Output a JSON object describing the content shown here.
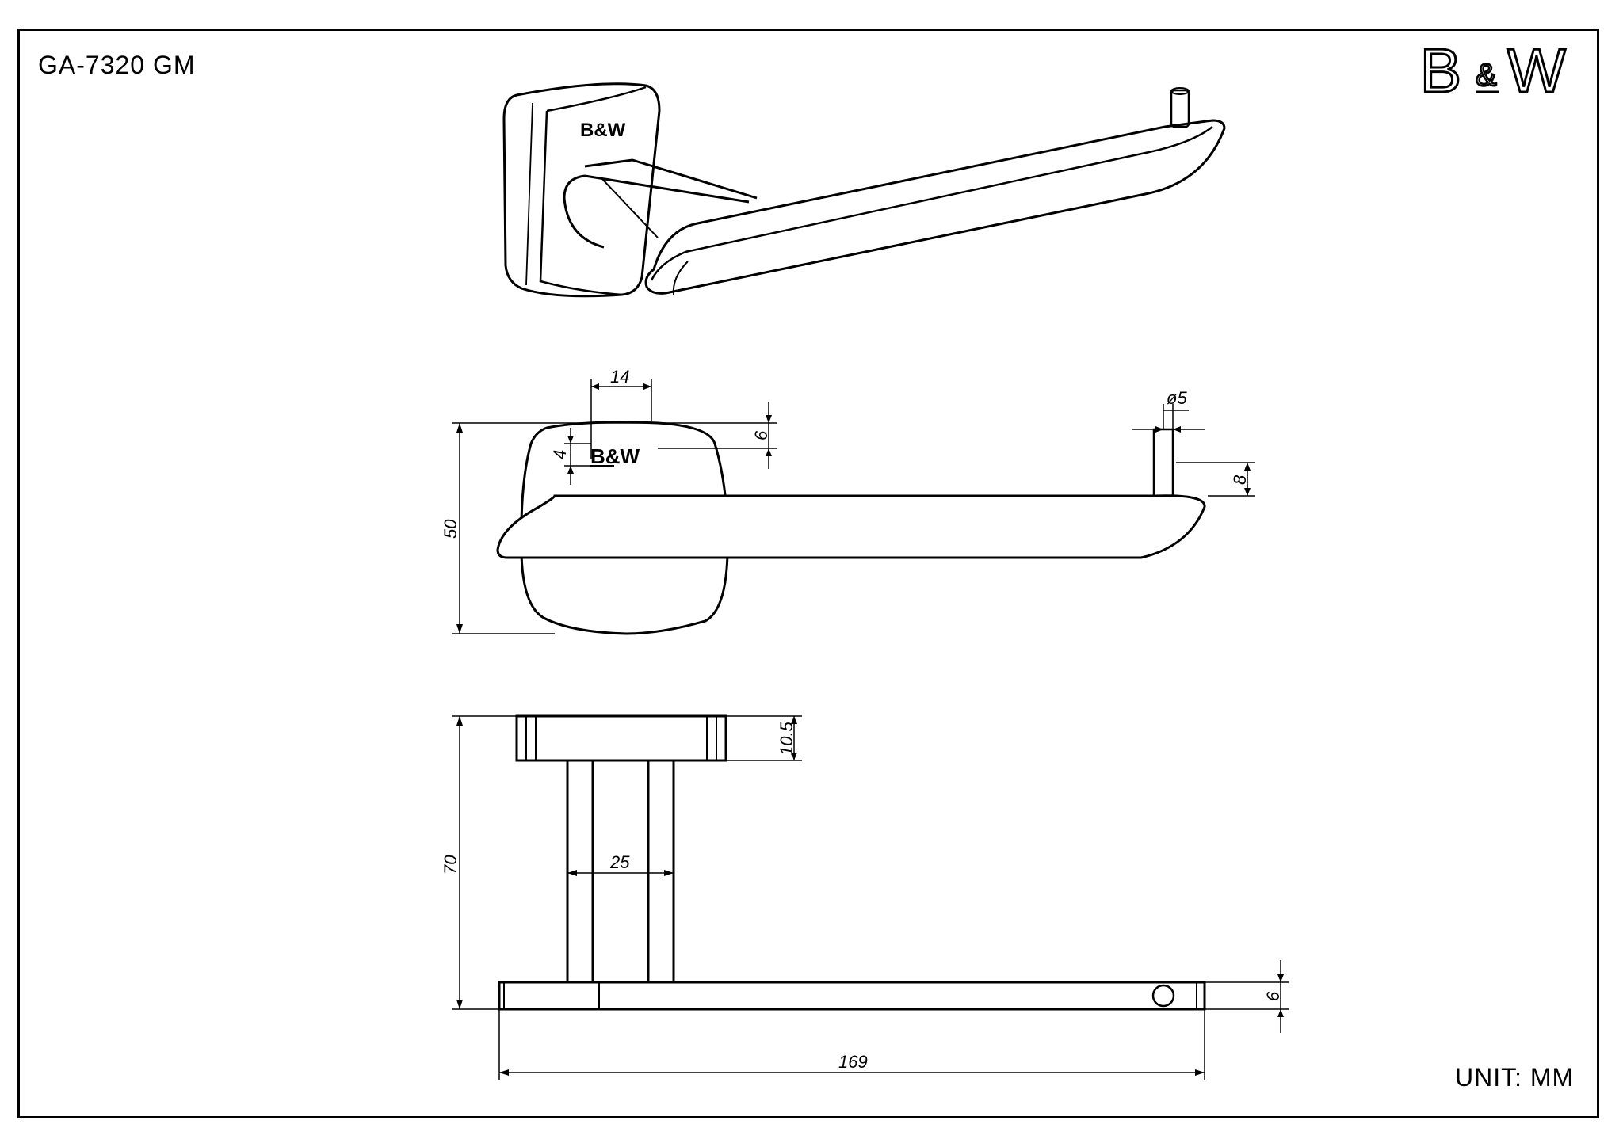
{
  "header": {
    "model_code": "GA-7320 GM"
  },
  "brand": {
    "logo_b": "B",
    "logo_amp": "&",
    "logo_w": "W",
    "product_logo": "B&W"
  },
  "footer": {
    "unit_label": "UNIT: MM"
  },
  "dimensions": {
    "front_rod_width": "14",
    "front_logo_offset": "6",
    "front_logo_height": "4",
    "front_pin_diameter": "ø5",
    "front_pin_height": "8",
    "front_height": "50",
    "top_base_depth": "10.5",
    "top_total_depth": "70",
    "top_rod_diameter": "25",
    "top_arm_thickness": "6",
    "top_arm_length": "169"
  }
}
